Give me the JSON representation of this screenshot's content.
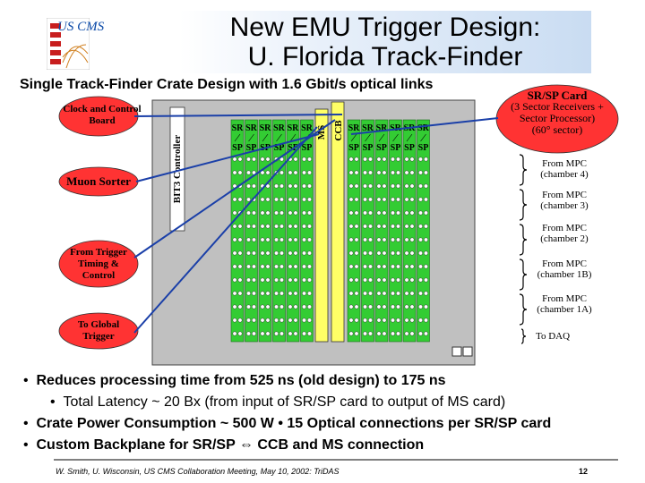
{
  "slide": {
    "title_line1": "New EMU Trigger Design:",
    "title_line2": "U. Florida Track-Finder",
    "subtitle": "Single Track-Finder Crate Design with 1.6 Gbit/s optical links",
    "logo_text": "US CMS"
  },
  "crate": {
    "clock_control": "Clock and Control Board",
    "muon_sorter": "Muon Sorter",
    "from_trigger": "From Trigger Timing & Control",
    "to_global": "To Global Trigger",
    "bit3": "BIT3 Controller",
    "ms": "MS",
    "ccb": "CCB",
    "sr_label": "SR",
    "sp_label": "SP"
  },
  "sr_sp_card": {
    "title": "SR/SP Card",
    "line1": "(3 Sector Receivers +",
    "line2": "Sector Processor)",
    "line3": "(60° sector)"
  },
  "inputs": [
    {
      "line1": "From MPC",
      "line2": "(chamber 4)"
    },
    {
      "line1": "From MPC",
      "line2": "(chamber 3)"
    },
    {
      "line1": "From MPC",
      "line2": "(chamber 2)"
    },
    {
      "line1": "From MPC",
      "line2": "(chamber 1B)"
    },
    {
      "line1": "From MPC",
      "line2": "(chamber 1A)"
    }
  ],
  "to_daq": "To DAQ",
  "bullets": [
    {
      "text": "Reduces processing time from 525 ns  (old design) to 175 ns",
      "level": 1
    },
    {
      "text": "Total Latency ~ 20 Bx (from input of SR/SP card to output of MS card)",
      "level": 2
    },
    {
      "text": "Crate Power Consumption ~ 500 W • 15 Optical connections per SR/SP card",
      "level": 1
    },
    {
      "text": "Custom Backplane for SR/SP ⇔ CCB and MS connection",
      "level": 1
    }
  ],
  "footer": "W. Smith, U. Wisconsin, US CMS Collaboration Meeting, May 10, 2002: TriDAS",
  "page_number": "12",
  "colors": {
    "card_green": "#33cc33",
    "ms_yellow": "#ffff66",
    "oval_red": "#ff3333",
    "crate_gray": "#c0c0c0",
    "arrow_blue": "#1a3fa8"
  }
}
